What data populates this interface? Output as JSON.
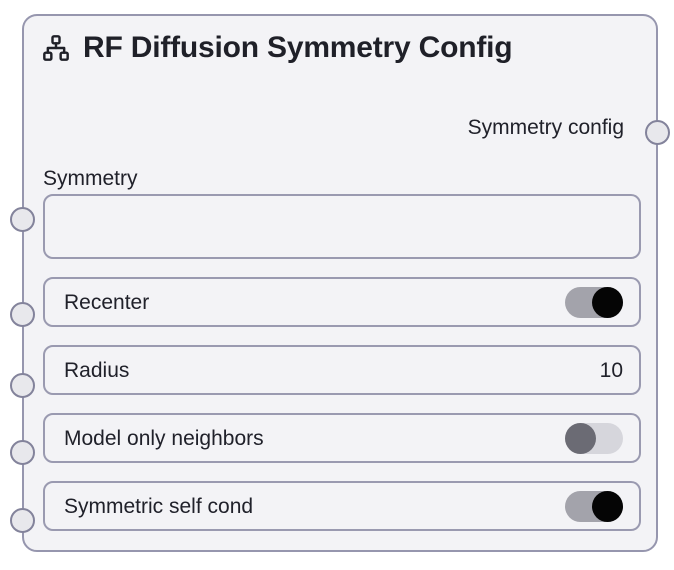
{
  "node": {
    "title": "RF Diffusion Symmetry Config",
    "icon": "sitemap-icon",
    "border_color": "#9696ae",
    "background_color": "#f3f3f6"
  },
  "output": {
    "label": "Symmetry config",
    "port_name": "output-port-symmetry-config"
  },
  "inputs": {
    "symmetry": {
      "label": "Symmetry",
      "value": "",
      "placeholder": ""
    },
    "recenter": {
      "label": "Recenter",
      "type": "toggle",
      "state": "on"
    },
    "radius": {
      "label": "Radius",
      "type": "number",
      "value": "10"
    },
    "model_only_neighbors": {
      "label": "Model only neighbors",
      "type": "toggle",
      "state": "off"
    },
    "symmetric_self_cond": {
      "label": "Symmetric self cond",
      "type": "toggle",
      "state": "on"
    }
  },
  "colors": {
    "toggle_on_track": "#a3a3ab",
    "toggle_on_knob": "#050505",
    "toggle_off_track": "#d6d6dc",
    "toggle_off_knob": "#6b6b74",
    "port_fill": "#e8e8ec",
    "port_border": "#83839b",
    "field_border": "#9a9ab0",
    "text": "#20212a"
  }
}
